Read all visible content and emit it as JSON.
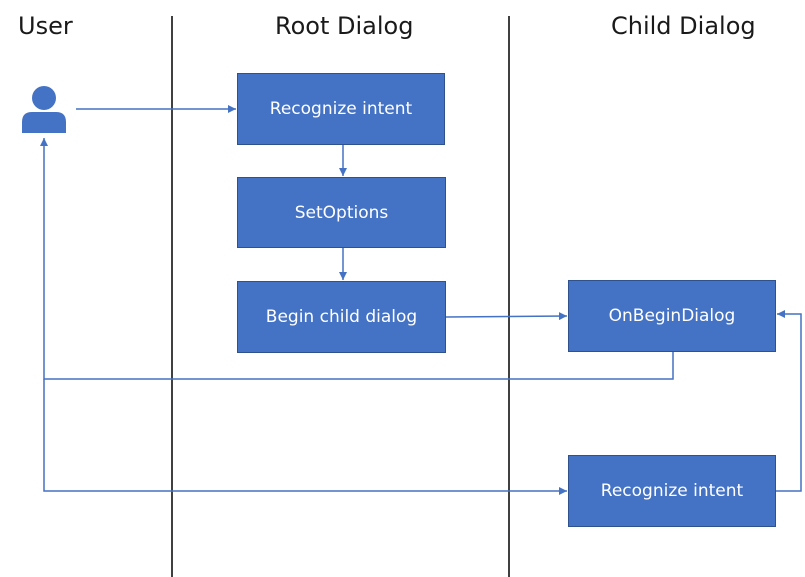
{
  "lanes": {
    "user": "User",
    "root": "Root Dialog",
    "child": "Child Dialog"
  },
  "nodes": {
    "recognize_intent_root": "Recognize intent",
    "set_options": "SetOptions",
    "begin_child_dialog": "Begin child dialog",
    "on_begin_dialog": "OnBeginDialog",
    "recognize_intent_child": "Recognize intent"
  },
  "icons": {
    "user": "user-icon"
  },
  "colors": {
    "box_fill": "#4472c4",
    "box_border": "#2f528f",
    "connector": "#4472c4",
    "lane_divider": "#000000",
    "text_on_box": "#ffffff"
  }
}
